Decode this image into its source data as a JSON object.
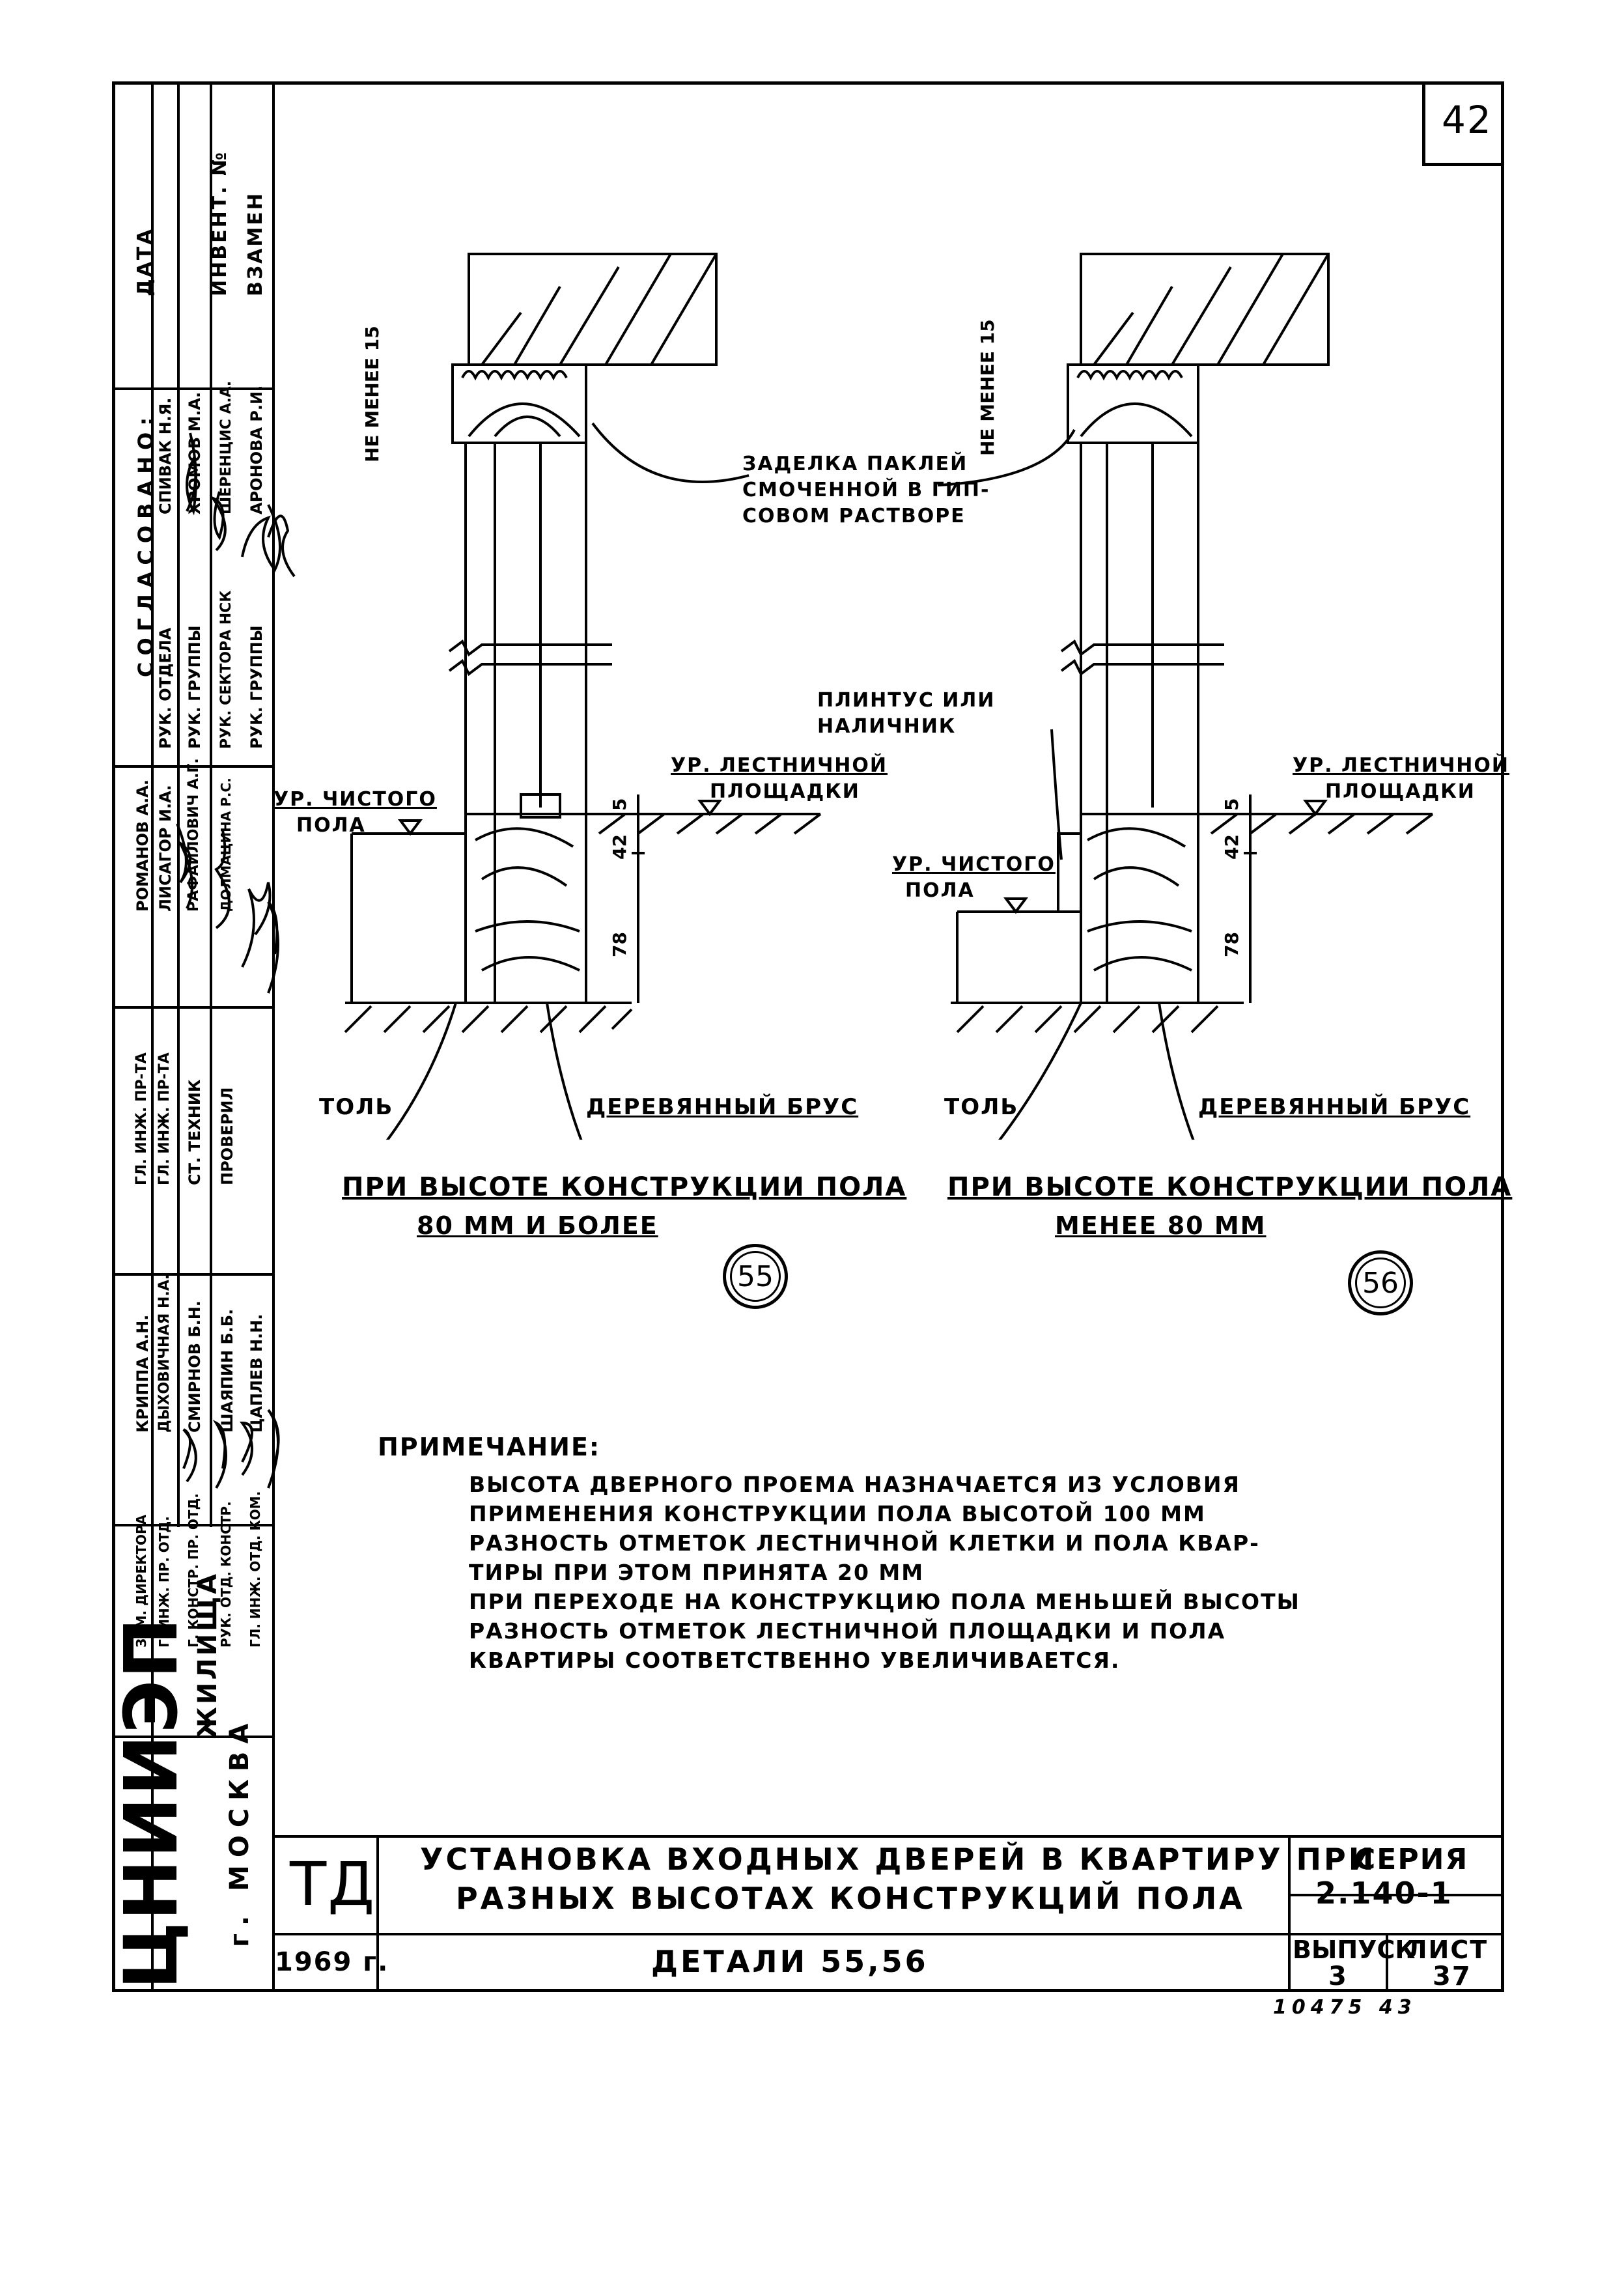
{
  "sheet_number": "42",
  "approval_block": {
    "heading": "СОГЛАСОВАНО:",
    "date_label": "ДАТА",
    "inventory_label": "ИНВЕНТ. №",
    "replaces_label": "ВЗАМЕН",
    "rows": [
      {
        "position": "РУК. ОТДЕЛА",
        "name": "СПИВАК Н.Я."
      },
      {
        "position": "РУК. ГРУППЫ",
        "name": "ХРОМОВ М.А."
      },
      {
        "position": "РУК. СЕКТОРА НСК",
        "name": "ШЕРЕНЦИС А.А."
      },
      {
        "position": "РУК. ГРУППЫ",
        "name": "АРОНОВА Р.И."
      }
    ]
  },
  "staff_block": {
    "rows": [
      {
        "position": "ЗАМ. ДИРЕКТОРА",
        "name": "РОМАНОВ А.А."
      },
      {
        "position": "Г. ИНЖ. ПР. ОТД.",
        "name": "ЛИСАГОР И.А."
      },
      {
        "position": "Г. КОНСТР. ПР. ОТД.",
        "name": "РАФАИЛОВИЧ А.Г."
      },
      {
        "position": "РУК. ОТД. КОНСТР.",
        "name": "ДОЛМАЦИНА Р.С."
      },
      {
        "position": "ГЛ. ИНЖ. ОТД. КОМ.",
        "name": "КРИППА А.Н."
      },
      {
        "position": "ГЛ. ИНЖ. ПР-ТА",
        "name": "ДЫХОВИЧНАЯ Н.А."
      },
      {
        "position": "ГЛ. ИНЖ. ПР-ТА",
        "name": "СМИРНОВ Б.Н."
      },
      {
        "position": "СТ. ТЕХНИК",
        "name": "ШАЯПИН Б.Б."
      },
      {
        "position": "ПРОВЕРИЛ",
        "name": "ЦАПЛЕВ Н.Н."
      }
    ]
  },
  "organization": {
    "logo": "ЦНИИЭП",
    "suffix": "ЖИЛИЩА",
    "city": "г. МОСКВА"
  },
  "detail_55": {
    "label_min": "НЕ МЕНЕЕ 15",
    "callout_sealing": [
      "ЗАДЕЛКА ПАКЛЕЙ",
      "СМОЧЕННОЙ В ГИП-",
      "СОВОМ РАСТВОРЕ"
    ],
    "landing_level": [
      "УР. ЛЕСТНИЧНОЙ",
      "ПЛОЩАДКИ"
    ],
    "floor_level": [
      "УР. ЧИСТОГО",
      "ПОЛА"
    ],
    "dim_5": "5",
    "dim_42": "42",
    "dim_78": "78",
    "roofing": "ТОЛЬ",
    "beam": "ДЕРЕВЯННЫЙ БРУС",
    "caption_line1": "ПРИ ВЫСОТЕ КОНСТРУКЦИИ ПОЛА",
    "caption_line2": "80 ММ И БОЛЕЕ",
    "badge": "55"
  },
  "detail_56": {
    "label_min": "НЕ МЕНЕЕ 15",
    "plinth": [
      "ПЛИНТУС ИЛИ",
      "НАЛИЧНИК"
    ],
    "landing_level": [
      "УР. ЛЕСТНИЧНОЙ",
      "ПЛОЩАДКИ"
    ],
    "floor_level": [
      "УР. ЧИСТОГО",
      "ПОЛА"
    ],
    "dim_5": "5",
    "dim_42": "42",
    "dim_78": "78",
    "roofing": "ТОЛЬ",
    "beam": "ДЕРЕВЯННЫЙ БРУС",
    "caption_line1": "ПРИ ВЫСОТЕ КОНСТРУКЦИИ ПОЛА",
    "caption_line2": "МЕНЕЕ 80 ММ",
    "badge": "56"
  },
  "note": {
    "heading": "ПРИМЕЧАНИЕ:",
    "lines": [
      "ВЫСОТА ДВЕРНОГО ПРОЕМА НАЗНАЧАЕТСЯ ИЗ УСЛОВИЯ",
      "ПРИМЕНЕНИЯ КОНСТРУКЦИИ ПОЛА ВЫСОТОЙ 100 ММ",
      "РАЗНОСТЬ ОТМЕТОК ЛЕСТНИЧНОЙ КЛЕТКИ И ПОЛА КВАР-",
      "ТИРЫ ПРИ ЭТОМ ПРИНЯТА 20 ММ",
      "ПРИ ПЕРЕХОДЕ НА КОНСТРУКЦИЮ ПОЛА МЕНЬШЕЙ ВЫСОТЫ",
      "РАЗНОСТЬ ОТМЕТОК ЛЕСТНИЧНОЙ ПЛОЩАДКИ И ПОЛА",
      "КВАРТИРЫ СООТВЕТСТВЕННО УВЕЛИЧИВАЕТСЯ."
    ]
  },
  "title_block": {
    "code": "ТД",
    "year": "1969 г.",
    "title_line1": "УСТАНОВКА ВХОДНЫХ ДВЕРЕЙ В КВАРТИРУ ПРИ",
    "title_line2": "РАЗНЫХ ВЫСОТАХ КОНСТРУКЦИЙ ПОЛА",
    "subtitle": "ДЕТАЛИ 55,56",
    "series_label": "СЕРИЯ",
    "series_value": "2.140-1",
    "issue_label": "ВЫПУСК",
    "issue_value": "3",
    "sheet_label": "ЛИСТ",
    "sheet_value": "37"
  },
  "archive_stamp": "10475 43"
}
